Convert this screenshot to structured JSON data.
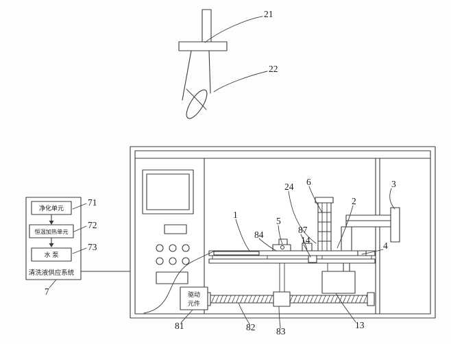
{
  "figure_labels": {
    "n21": "21",
    "n22": "22",
    "n71": "71",
    "n72": "72",
    "n73": "73",
    "n7": "7",
    "n1": "1",
    "n24": "24",
    "n6": "6",
    "n2": "2",
    "n3": "3",
    "n5": "5",
    "n84": "84",
    "n87": "87",
    "n14": "14",
    "n4": "4",
    "n81": "81",
    "n82": "82",
    "n83": "83",
    "n13": "13"
  },
  "flowchart": {
    "purify_unit": "净化单元",
    "heating_unit": "恒温加热单元",
    "water_pump": "水 泵",
    "system_title": "清洗液供应系统"
  },
  "machine": {
    "drive_unit_line1": "驱动",
    "drive_unit_line2": "元件"
  },
  "style": {
    "line_color": "#3a3a3a",
    "background": "#fdfdfc"
  }
}
